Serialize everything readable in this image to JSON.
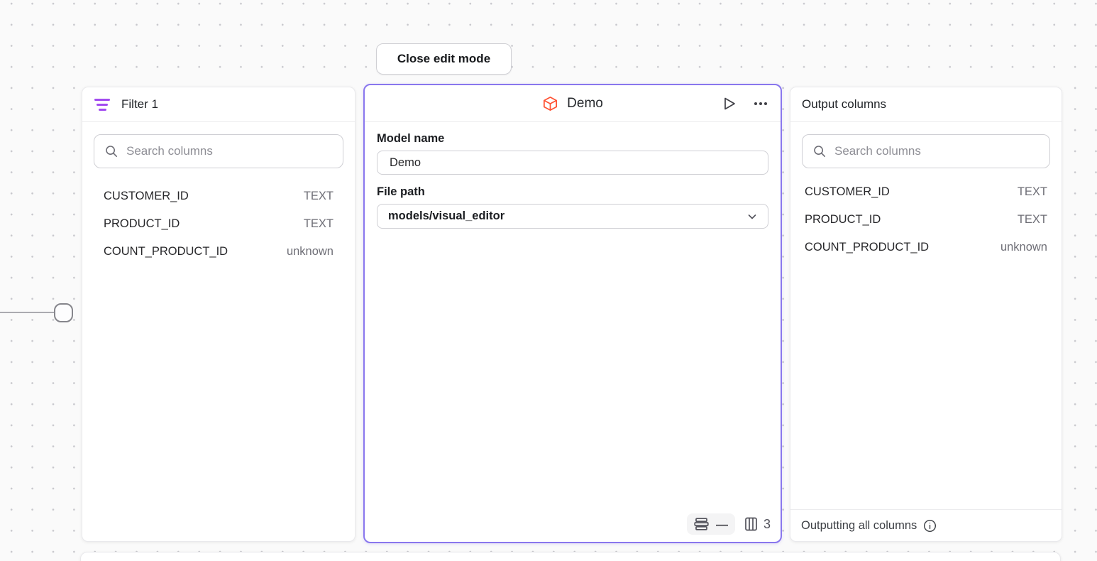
{
  "canvas": {
    "close_edit_mode_label": "Close edit mode"
  },
  "filter_panel": {
    "title": "Filter 1",
    "search_placeholder": "Search columns",
    "columns": [
      {
        "name": "CUSTOMER_ID",
        "type": "TEXT"
      },
      {
        "name": "PRODUCT_ID",
        "type": "TEXT"
      },
      {
        "name": "COUNT_PRODUCT_ID",
        "type": "unknown"
      }
    ]
  },
  "model_panel": {
    "title": "Demo",
    "model_name_label": "Model name",
    "model_name_value": "Demo",
    "file_path_label": "File path",
    "file_path_value": "models/visual_editor",
    "row_count_display": "—",
    "column_count": "3"
  },
  "output_panel": {
    "title": "Output columns",
    "search_placeholder": "Search columns",
    "columns": [
      {
        "name": "CUSTOMER_ID",
        "type": "TEXT"
      },
      {
        "name": "PRODUCT_ID",
        "type": "TEXT"
      },
      {
        "name": "COUNT_PRODUCT_ID",
        "type": "unknown"
      }
    ],
    "footer_text": "Outputting all columns"
  },
  "icons": {
    "filter_icon": "filter-lines",
    "model_icon": "cube-outline",
    "run_icon": "play-outline",
    "more_icon": "ellipsis",
    "search_icon": "magnifier",
    "rows_icon": "table-rows",
    "columns_icon": "table-columns",
    "info_icon": "info-circle",
    "chevron_icon": "chevron-down"
  },
  "colors": {
    "selected_node_border": "#8977ee",
    "filter_icon_purple": "#a24bf0",
    "model_icon_orange": "#ff5233",
    "canvas_background": "#fafafa",
    "dot_grid": "#c7c7cc"
  }
}
